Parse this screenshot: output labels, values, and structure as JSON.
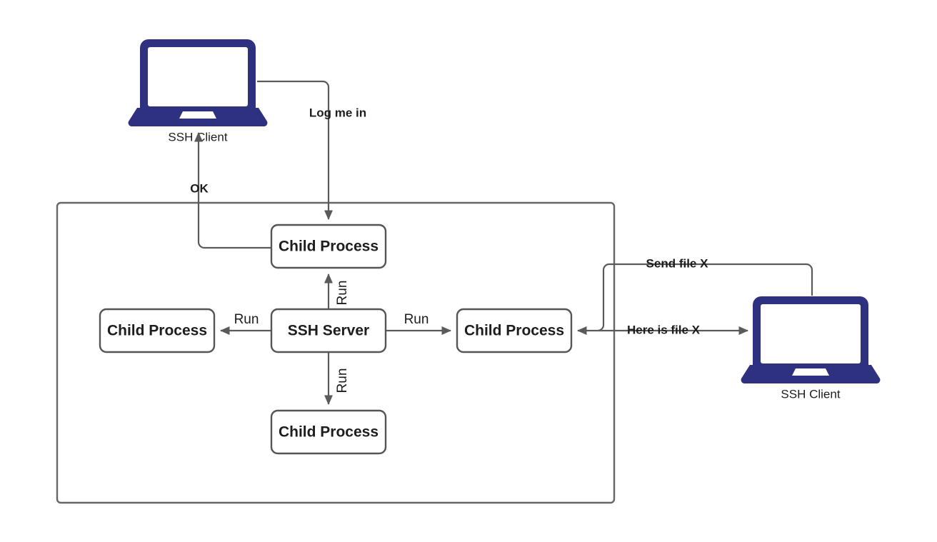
{
  "diagram": {
    "title": "SSH Server child process architecture",
    "colors": {
      "laptop_navy": "#2e3180",
      "box_stroke": "#555555",
      "connector": "#5a5a5a",
      "text": "#1d1d1d",
      "background": "#ffffff"
    },
    "nodes": {
      "ssh_client_top": {
        "label": "SSH Client",
        "type": "laptop"
      },
      "ssh_client_right": {
        "label": "SSH Client",
        "type": "laptop"
      },
      "ssh_server": {
        "label": "SSH Server",
        "type": "process-box"
      },
      "child_process_top": {
        "label": "Child Process",
        "type": "process-box"
      },
      "child_process_left": {
        "label": "Child Process",
        "type": "process-box"
      },
      "child_process_right": {
        "label": "Child Process",
        "type": "process-box"
      },
      "child_process_bottom": {
        "label": "Child Process",
        "type": "process-box"
      }
    },
    "edges": {
      "log_me_in": {
        "label": "Log me in",
        "from": "ssh_client_top",
        "to": "child_process_top"
      },
      "ok": {
        "label": "OK",
        "from": "child_process_top",
        "to": "ssh_client_top"
      },
      "run_up": {
        "label": "Run",
        "from": "ssh_server",
        "to": "child_process_top"
      },
      "run_left": {
        "label": "Run",
        "from": "ssh_server",
        "to": "child_process_left"
      },
      "run_right": {
        "label": "Run",
        "from": "ssh_server",
        "to": "child_process_right"
      },
      "run_down": {
        "label": "Run",
        "from": "ssh_server",
        "to": "child_process_bottom"
      },
      "send_file_x": {
        "label": "Send file X",
        "from": "ssh_client_right",
        "to": "child_process_right"
      },
      "here_is_file_x": {
        "label": "Here is file X",
        "from": "child_process_right",
        "to": "ssh_client_right"
      }
    }
  }
}
